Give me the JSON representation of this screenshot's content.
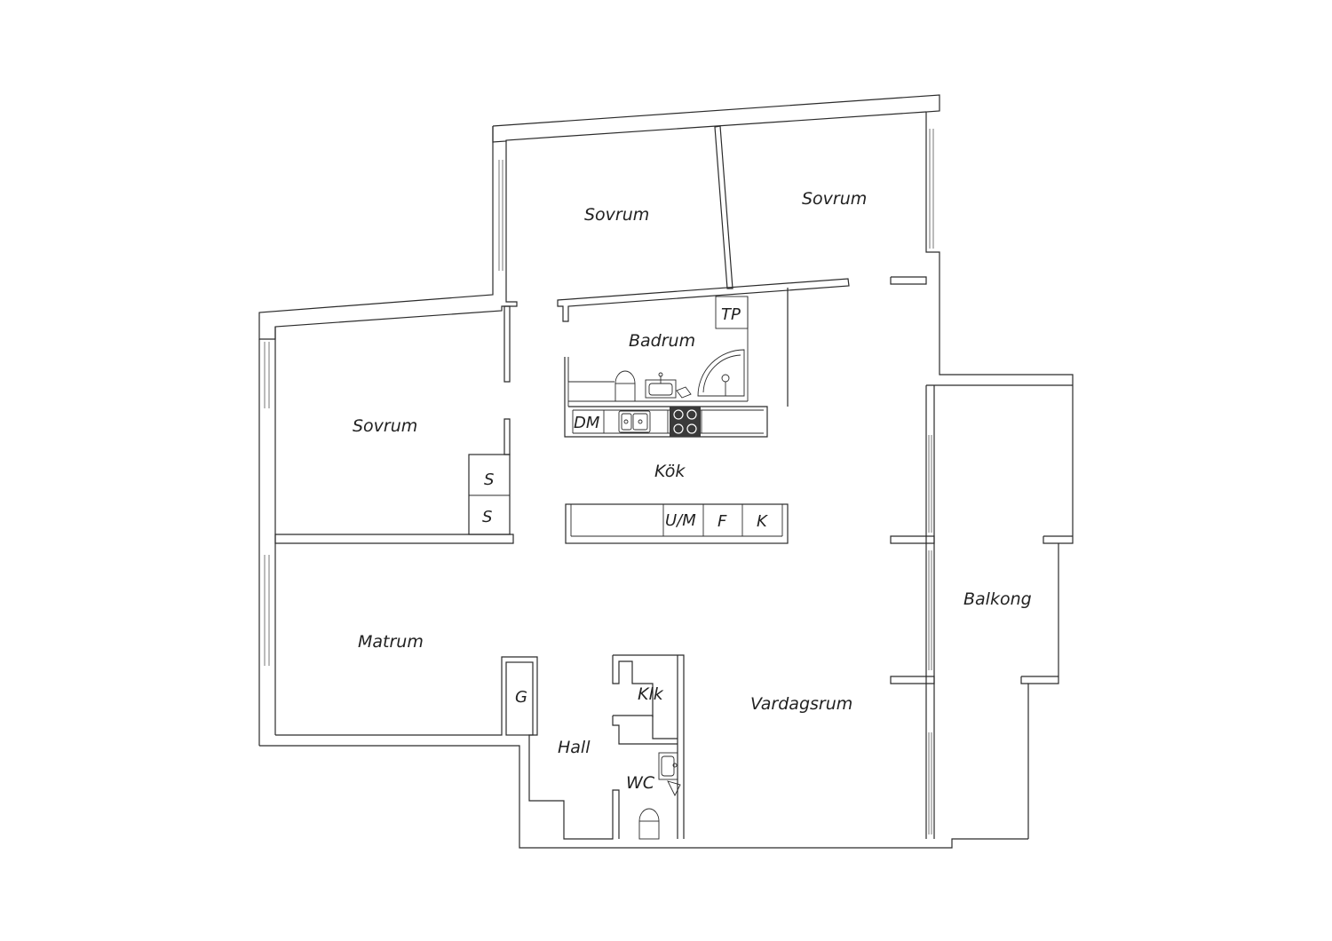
{
  "rooms": {
    "sovrum_north_left": "Sovrum",
    "sovrum_north_right": "Sovrum",
    "sovrum_west": "Sovrum",
    "badrum": "Badrum",
    "kok": "Kök",
    "matrum": "Matrum",
    "hall": "Hall",
    "vardagsrum": "Vardagsrum",
    "balkong": "Balkong",
    "wc": "WC",
    "klk": "Klk"
  },
  "fixtures": {
    "tp": "TP",
    "dm": "DM",
    "s1": "S",
    "s2": "S",
    "um": "U/M",
    "f": "F",
    "k": "K",
    "g": "G"
  },
  "colors": {
    "wall": "#2b2b2b",
    "background": "#ffffff"
  }
}
